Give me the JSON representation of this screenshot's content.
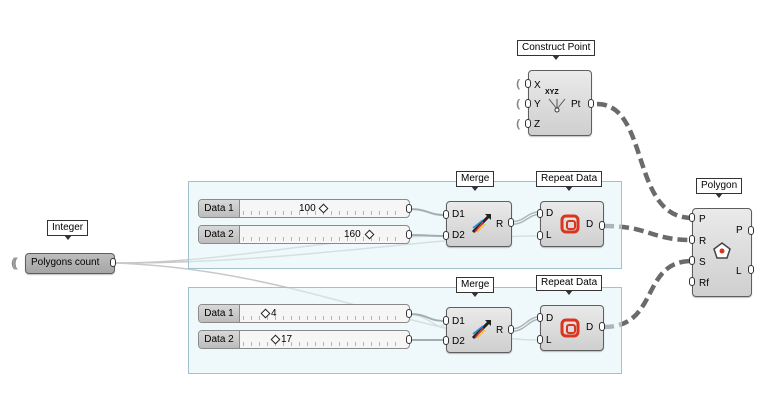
{
  "integer_tag": "Integer",
  "integer_param": {
    "label": "Polygons count"
  },
  "construct_point": {
    "tag": "Construct Point",
    "inputs": [
      "X",
      "Y",
      "Z"
    ],
    "output": "Pt",
    "icon": "xyz-point-icon",
    "icon_text": "XYZ"
  },
  "polygon": {
    "tag": "Polygon",
    "inputs": [
      "P",
      "R",
      "S",
      "Rf"
    ],
    "outputs": [
      "P",
      "L"
    ],
    "icon": "polygon-icon"
  },
  "groups": [
    {
      "sliders": [
        {
          "name": "Data 1",
          "value": "100",
          "fraction": 0.5
        },
        {
          "name": "Data 2",
          "value": "160",
          "fraction": 0.79
        }
      ],
      "merge": {
        "tag": "Merge",
        "inputs": [
          "D1",
          "D2"
        ],
        "output": "R"
      },
      "repeat": {
        "tag": "Repeat Data",
        "inputs": [
          "D",
          "L"
        ],
        "output": "D"
      }
    },
    {
      "sliders": [
        {
          "name": "Data 1",
          "value": "4",
          "fraction": 0.03
        },
        {
          "name": "Data 2",
          "value": "17",
          "fraction": 0.14
        }
      ],
      "merge": {
        "tag": "Merge",
        "inputs": [
          "D1",
          "D2"
        ],
        "output": "R"
      },
      "repeat": {
        "tag": "Repeat Data",
        "inputs": [
          "D",
          "L"
        ],
        "output": "D"
      }
    }
  ],
  "colors": {
    "canvas": "#ffffff",
    "group_fill": "#e1f4fa",
    "component_fill": "#d9d9d9",
    "wire_default": "#6b6b6b",
    "wire_list": "#5a5a5a",
    "wire_faint": "#c8c8c8",
    "repeat_icon": "#d9351f"
  }
}
